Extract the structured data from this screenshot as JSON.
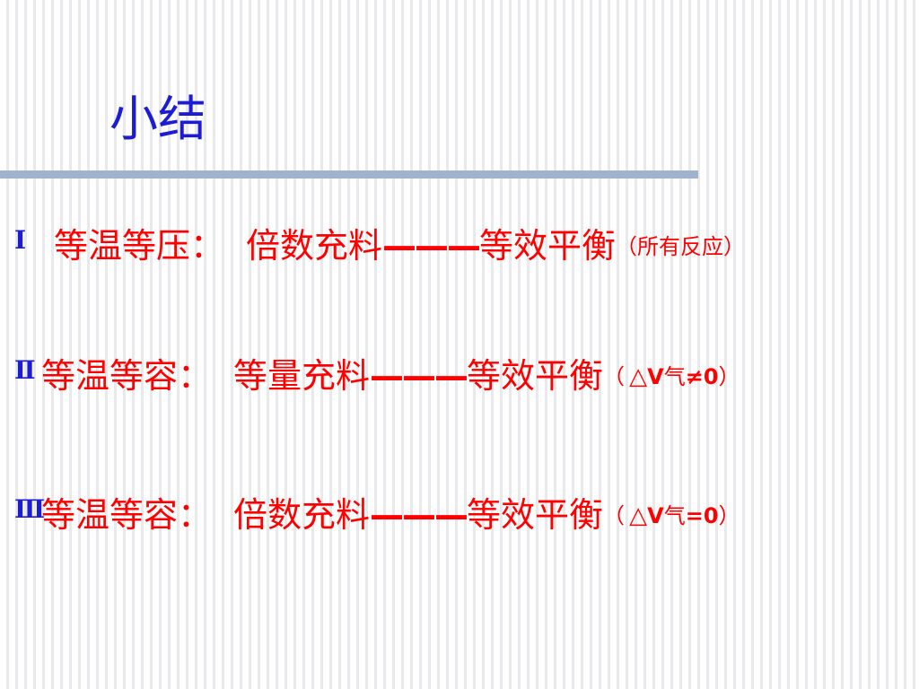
{
  "slide": {
    "title": "小结",
    "rows": [
      {
        "numeral": "Ⅰ",
        "condition": "等温等压：",
        "method": "倍数充料",
        "dash": "———",
        "result": "等效平衡",
        "note_open": "（",
        "note_text": "所有反应",
        "note_close": "）"
      },
      {
        "numeral": "Ⅱ",
        "condition": "等温等容：",
        "method": "等量充料",
        "dash": "———",
        "result": "等效平衡",
        "note_open": "（",
        "note_symbol": "△",
        "note_var": "V",
        "note_sub": "气",
        "note_rel": "≠0",
        "note_close": "）"
      },
      {
        "numeral": "Ⅲ",
        "condition": "等温等容：",
        "method": "倍数充料",
        "dash": "———",
        "result": "等效平衡",
        "note_open": "（",
        "note_symbol": "△",
        "note_var": "V",
        "note_sub": "气",
        "note_rel": "=0",
        "note_close": "）"
      }
    ]
  },
  "colors": {
    "title": "#1c1cd6",
    "body_text": "#ff0000",
    "numeral": "#1c1cd6",
    "rule": "#9fb3cf"
  }
}
